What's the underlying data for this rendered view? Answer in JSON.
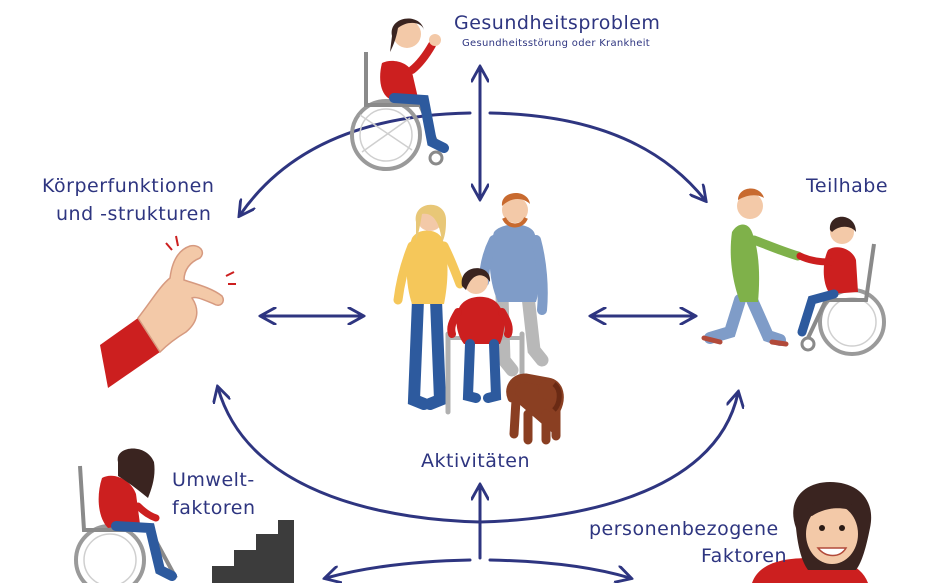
{
  "diagram": {
    "nodes": {
      "health": {
        "title": "Gesundheitsproblem",
        "subtitle": "Gesundheitsstörung oder Krankheit",
        "figure_icon": "wheelchair-girl-waving-icon"
      },
      "body": {
        "line1": "Körperfunktionen",
        "line2": "und -strukturen",
        "figure_icon": "pinching-hand-icon"
      },
      "participation": {
        "title": "Teilhabe",
        "figure_icon": "handshake-wheelchair-icon"
      },
      "activities": {
        "title": "Aktivitäten",
        "figure_icon": "family-with-dog-icon"
      },
      "environment": {
        "line1": "Umwelt-",
        "line2": "faktoren",
        "figure_icon": "wheelchair-girl-stairs-icon"
      },
      "personal": {
        "line1": "personenbezogene",
        "line2": "Faktoren",
        "figure_icon": "smiling-girl-portrait-icon"
      }
    },
    "colors": {
      "arrow": "#2e3580",
      "text": "#2e3580",
      "shirt_red": "#cc1f1f",
      "jeans_blue": "#2d5a9e",
      "skin": "#f3c9a8",
      "dark_hair": "#3a2420",
      "blonde_hair": "#e8c777",
      "ginger_hair": "#c86a2f",
      "sweater_yellow": "#f5c75a",
      "sweater_blue": "#7f9cc8",
      "shirt_green": "#7fb14a",
      "dog_brown": "#8a3f22",
      "wheel_grey": "#9a9a9a",
      "stairs_grey": "#3c3c3c"
    }
  }
}
